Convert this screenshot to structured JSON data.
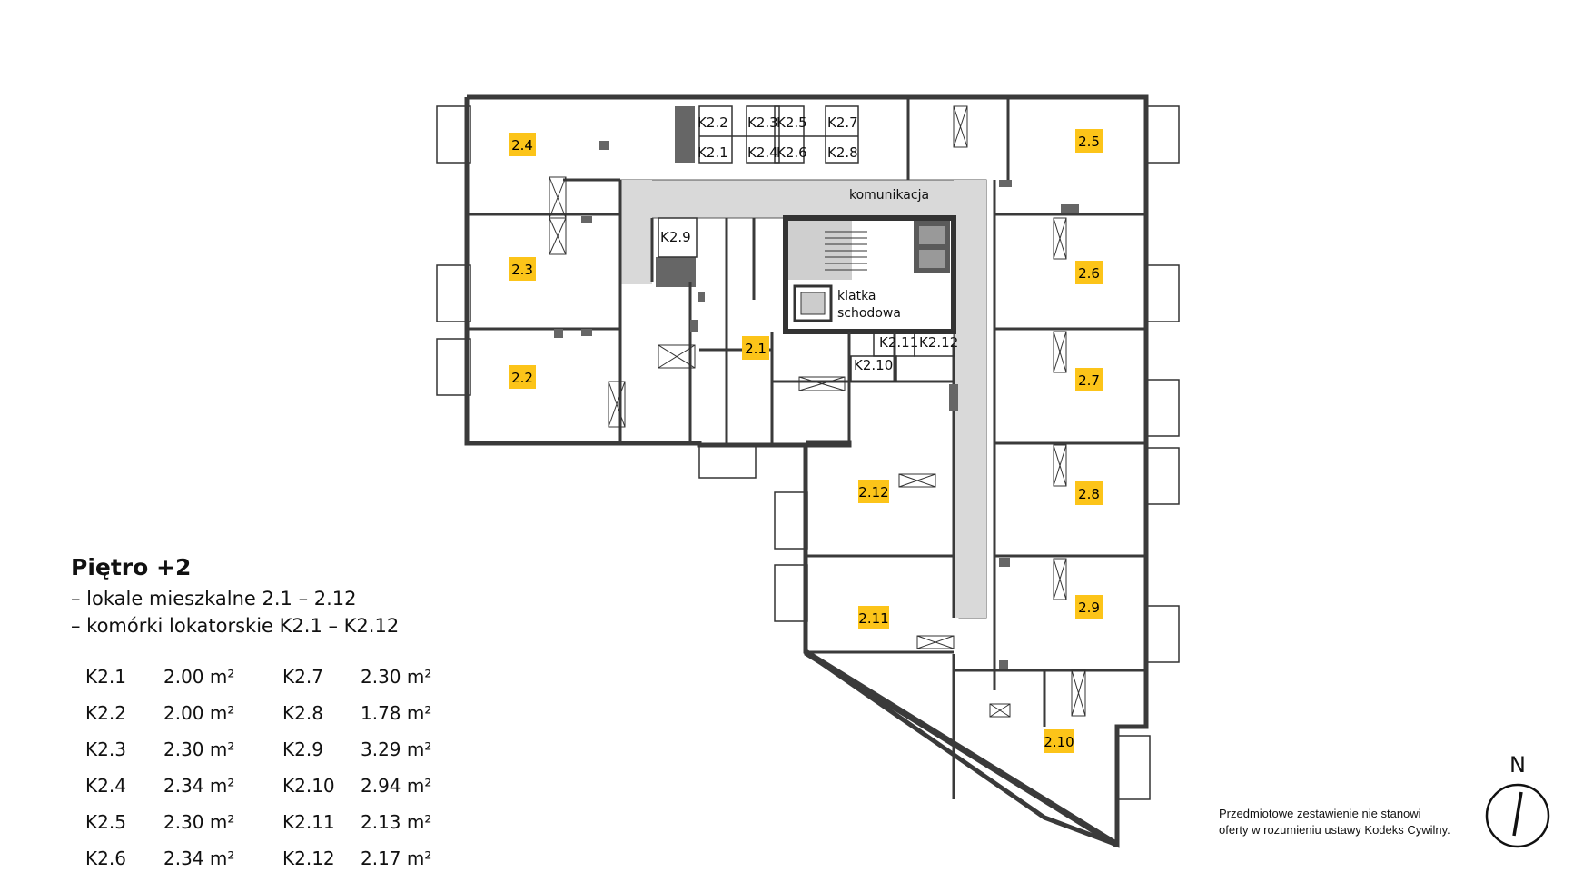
{
  "floor": {
    "title": "Piętro +2",
    "subtitle_residential": "– lokale mieszkalne 2.1 – 2.12",
    "subtitle_storage": "– komórki lokatorskie K2.1 – K2.12"
  },
  "storage_units": [
    {
      "code": "K2.1",
      "area": "2.00 m²"
    },
    {
      "code": "K2.2",
      "area": "2.00 m²"
    },
    {
      "code": "K2.3",
      "area": "2.30 m²"
    },
    {
      "code": "K2.4",
      "area": "2.34 m²"
    },
    {
      "code": "K2.5",
      "area": "2.30 m²"
    },
    {
      "code": "K2.6",
      "area": "2.34 m²"
    },
    {
      "code": "K2.7",
      "area": "2.30 m²"
    },
    {
      "code": "K2.8",
      "area": "1.78 m²"
    },
    {
      "code": "K2.9",
      "area": "3.29 m²"
    },
    {
      "code": "K2.10",
      "area": "2.94 m²"
    },
    {
      "code": "K2.11",
      "area": "2.13 m²"
    },
    {
      "code": "K2.12",
      "area": "2.17 m²"
    }
  ],
  "apartment_labels": [
    "2.1",
    "2.2",
    "2.3",
    "2.4",
    "2.5",
    "2.6",
    "2.7",
    "2.8",
    "2.9",
    "2.10",
    "2.11",
    "2.12"
  ],
  "plan_labels": {
    "corridor": "komunikacja",
    "stairwell_line1": "klatka",
    "stairwell_line2": "schodowa",
    "storage_codes": [
      "K2.1",
      "K2.2",
      "K2.3",
      "K2.4",
      "K2.5",
      "K2.6",
      "K2.7",
      "K2.8",
      "K2.9",
      "K2.10",
      "K2.11",
      "K2.12"
    ]
  },
  "disclaimer": {
    "line1": "Przedmiotowe zestawienie nie stanowi",
    "line2": "oferty w rozumieniu ustawy Kodeks Cywilny."
  },
  "north_arrow": {
    "letter": "N"
  },
  "colors": {
    "apartment_label_bg": "#FCC419",
    "wall": "#3a3a3a",
    "corridor": "#d9d9d9",
    "core_dark": "#666666"
  }
}
